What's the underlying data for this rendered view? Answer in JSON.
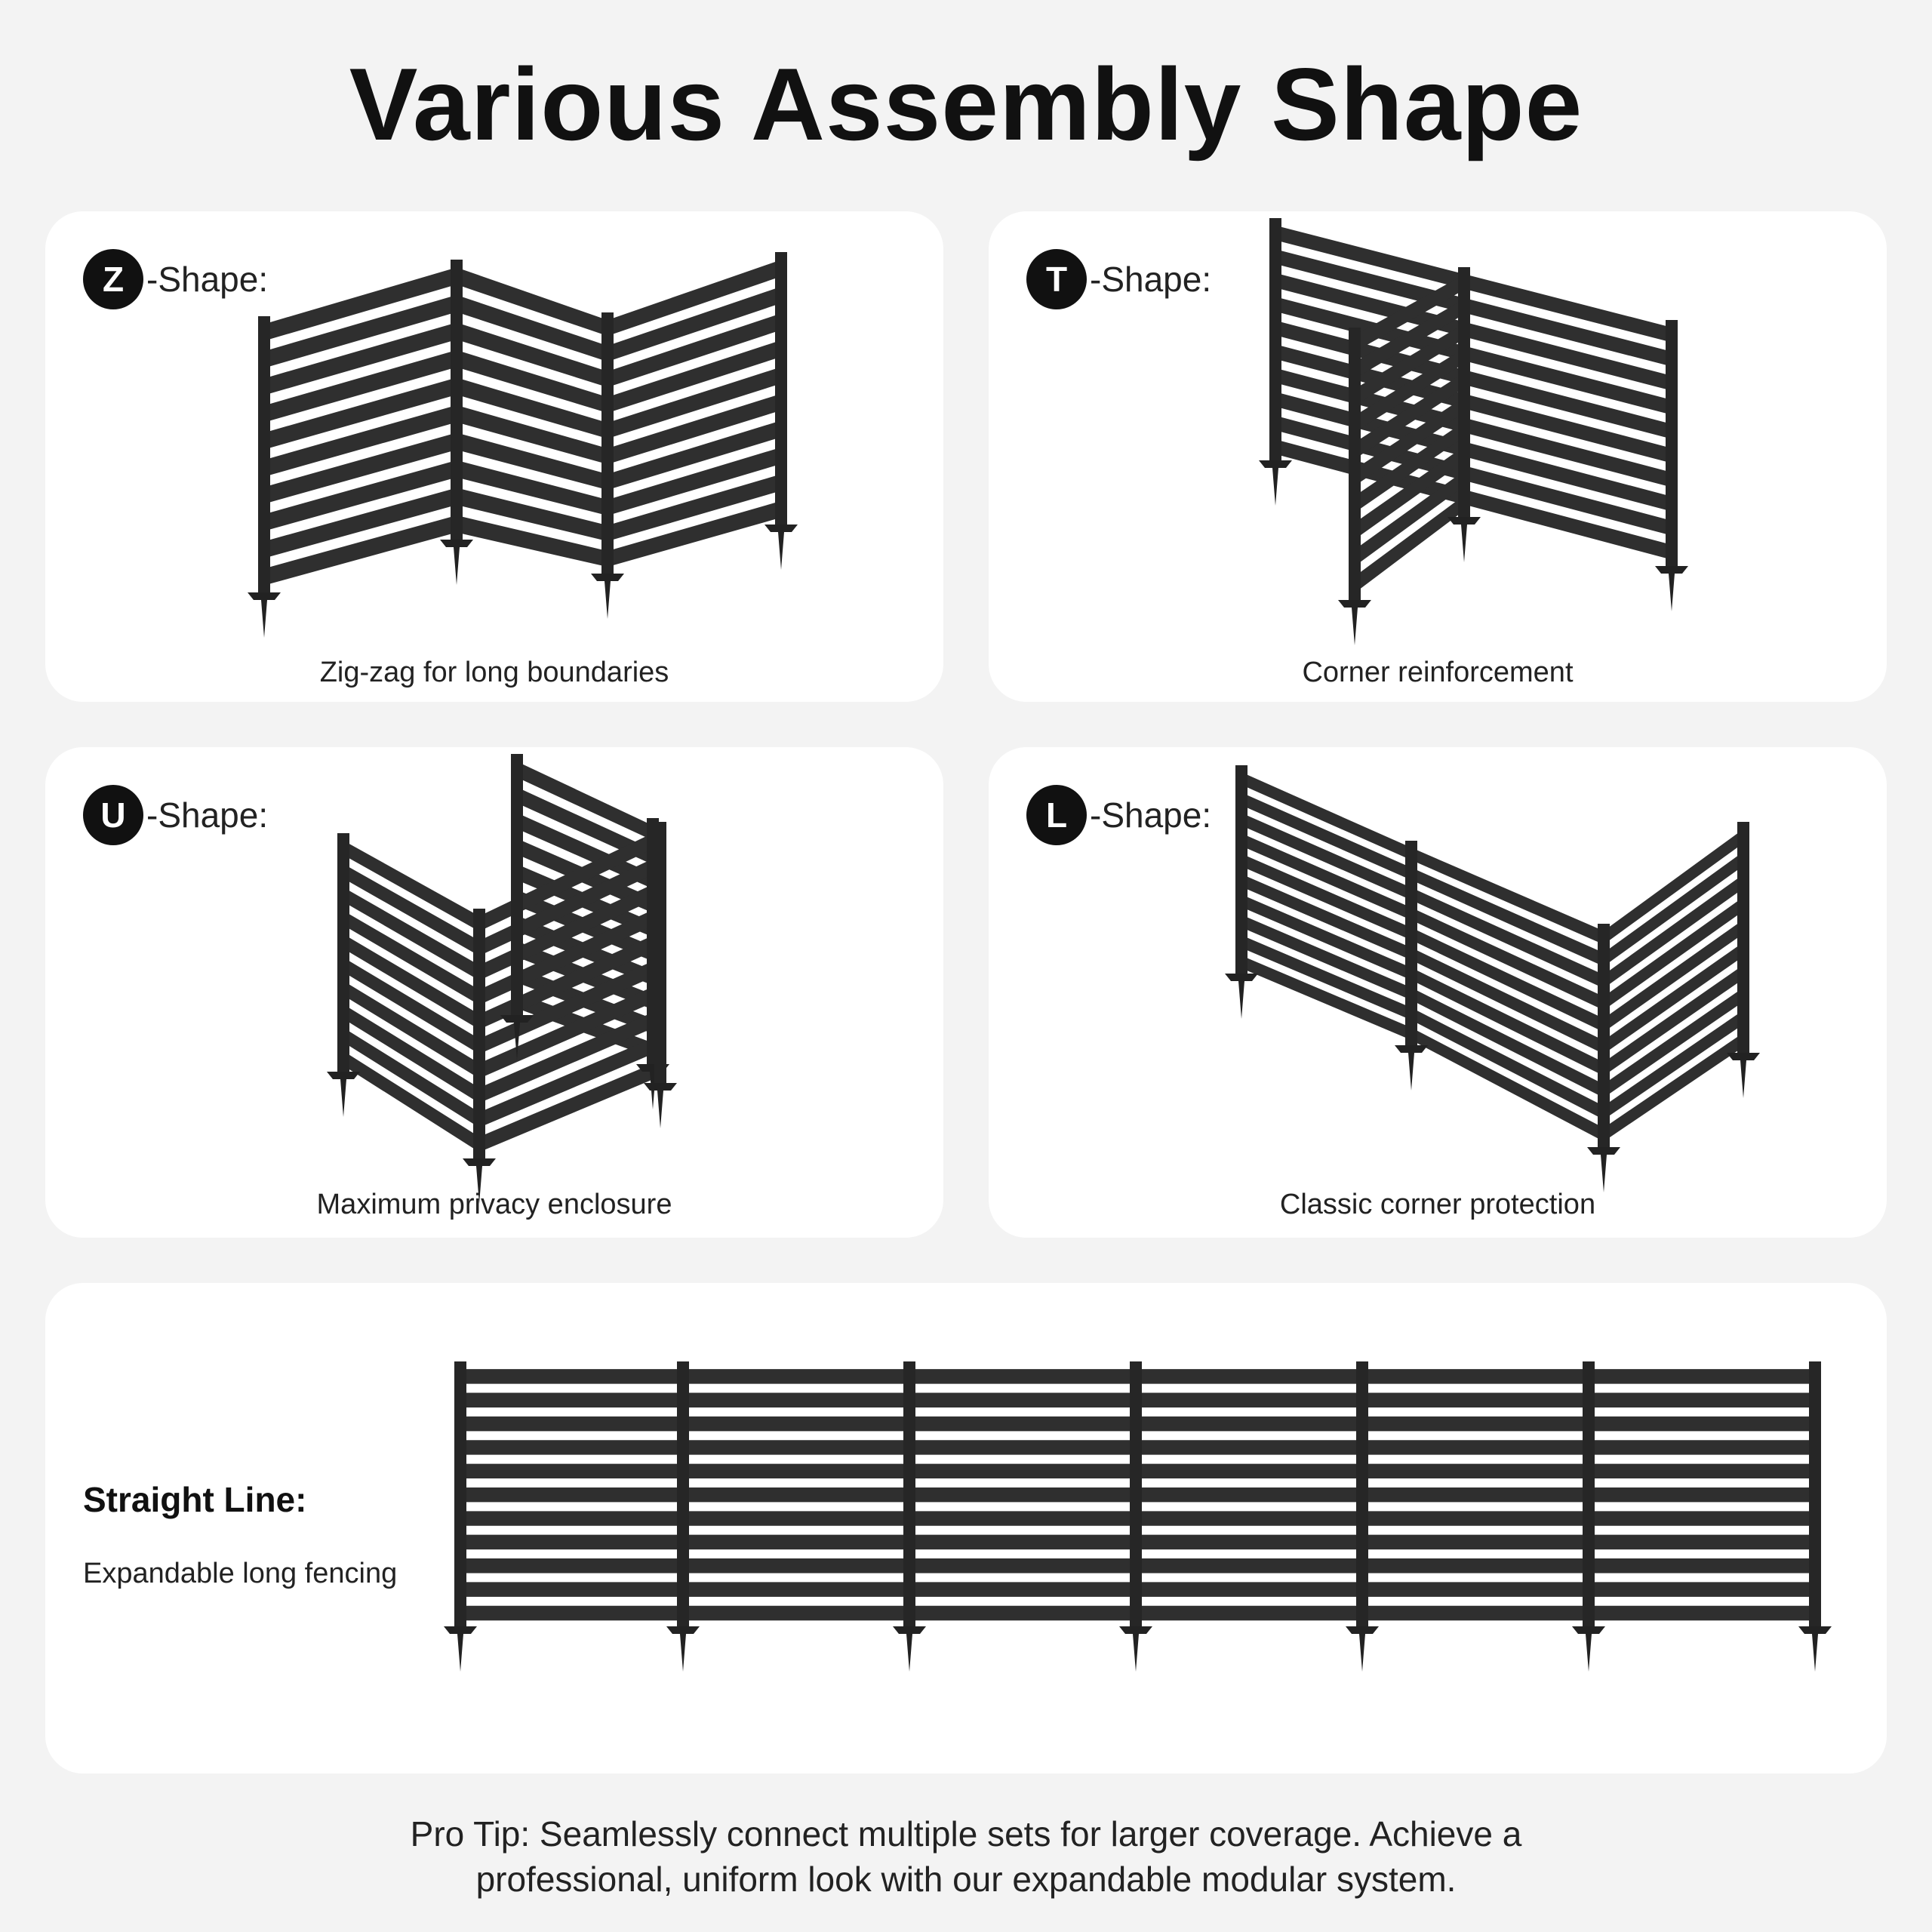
{
  "title": "Various Assembly Shape",
  "colors": {
    "background": "#f3f3f3",
    "card": "#ffffff",
    "fence": "#2f2f2f",
    "badge": "#111111"
  },
  "cards": {
    "z": {
      "letter": "Z",
      "suffix": "-Shape:",
      "caption": "Zig-zag for long boundaries"
    },
    "t": {
      "letter": "T",
      "suffix": "-Shape:",
      "caption": "Corner reinforcement"
    },
    "u": {
      "letter": "U",
      "suffix": "-Shape:",
      "caption": "Maximum privacy enclosure"
    },
    "l": {
      "letter": "L",
      "suffix": "-Shape:",
      "caption": "Classic corner protection"
    }
  },
  "straight": {
    "title": "Straight Line:",
    "subtitle": "Expandable long fencing"
  },
  "protip": {
    "line1": "Pro Tip: Seamlessly connect multiple sets for larger coverage. Achieve a",
    "line2": "professional, uniform look with our expandable modular system."
  }
}
